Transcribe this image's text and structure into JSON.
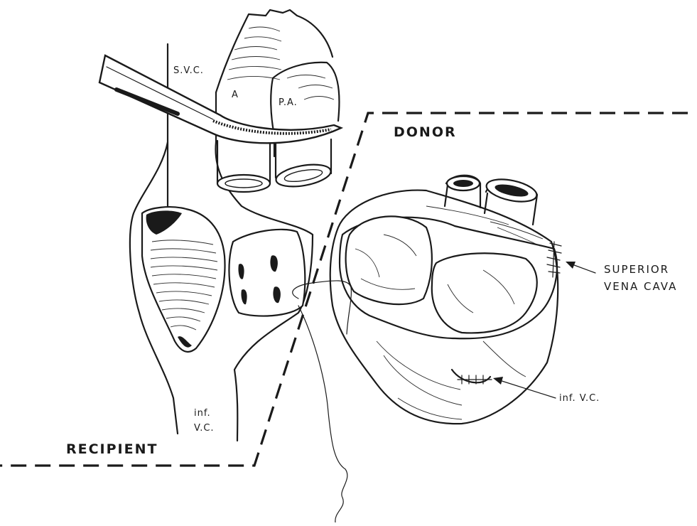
{
  "labels": {
    "svc": "S.V.C.",
    "aorta": "A",
    "pulmonary_artery": "P.A.",
    "donor": "DONOR",
    "recipient": "RECIPIENT",
    "superior_vena_cava_line1": "SUPERIOR",
    "superior_vena_cava_line2": "VENA CAVA",
    "inf_vc_donor": "inf. V.C.",
    "inf_vc_recipient_line1": "inf.",
    "inf_vc_recipient_line2": "V.C."
  }
}
